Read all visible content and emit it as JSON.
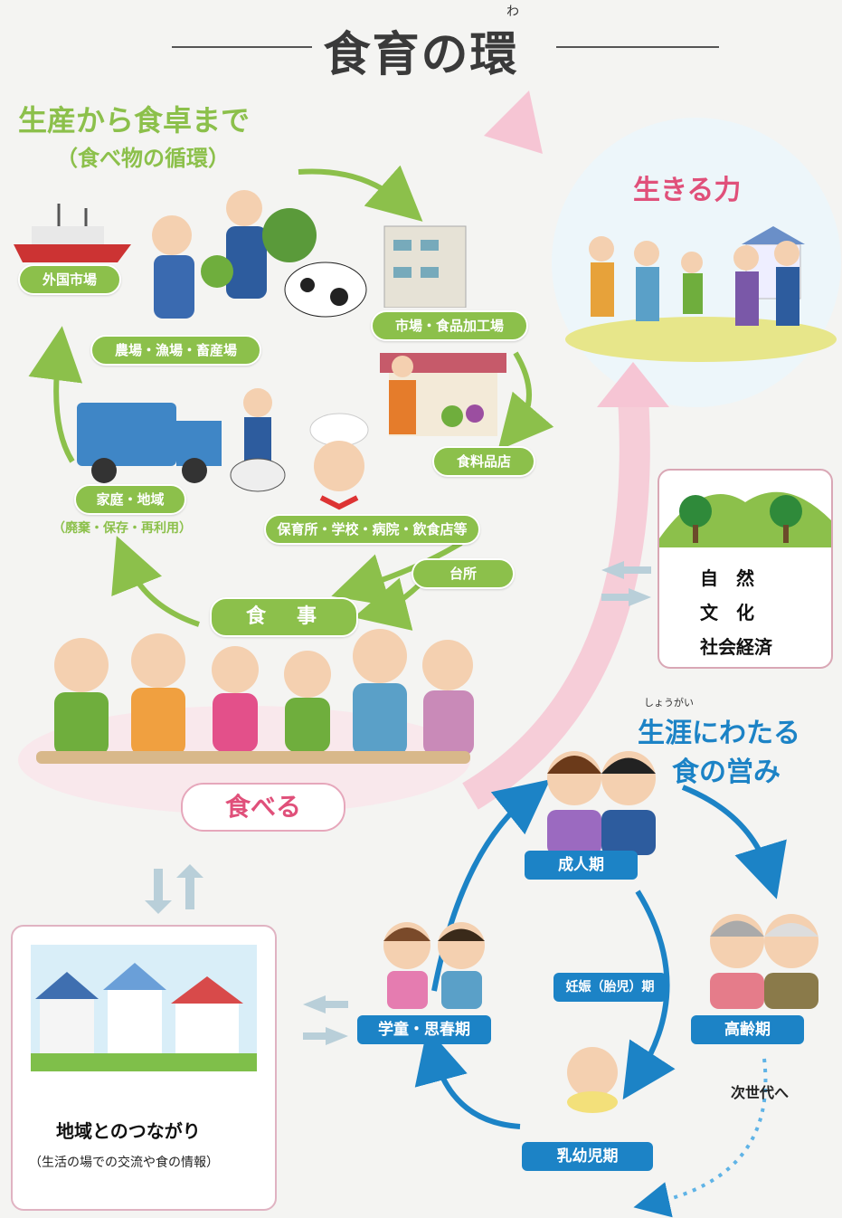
{
  "title": "食育の環",
  "title_ruby": "わ",
  "circulation": {
    "heading": "生産から食卓まで",
    "subheading": "（食べ物の循環）",
    "foreign_market": "外国市場",
    "farms": "農場・漁場・畜産場",
    "market_processing": "市場・食品加工場",
    "food_store": "食料品店",
    "facilities": "保育所・学校・病院・飲食店等",
    "kitchen": "台所",
    "home_area": "家庭・地域",
    "home_area_sub": "（廃棄・保存・再利用）"
  },
  "meal": "食　事",
  "eat": "食べる",
  "living_power": "生きる力",
  "nature_box": {
    "items": [
      "自　然",
      "文　化",
      "社会経済"
    ]
  },
  "lifelong": {
    "heading_line1": "生涯にわたる",
    "heading_line2": "食の営み",
    "ruby": "しょうがい",
    "adult": "成人期",
    "elderly": "高齢期",
    "pregnancy": "妊娠（胎児）期",
    "school": "学童・思春期",
    "infant": "乳幼児期",
    "next_gen": "次世代へ"
  },
  "community": {
    "label": "地域とのつながり",
    "sub": "（生活の場での交流や食の情報）"
  },
  "colors": {
    "green": "#8cc04b",
    "blue": "#1c83c6",
    "pink": "#e0507a"
  }
}
